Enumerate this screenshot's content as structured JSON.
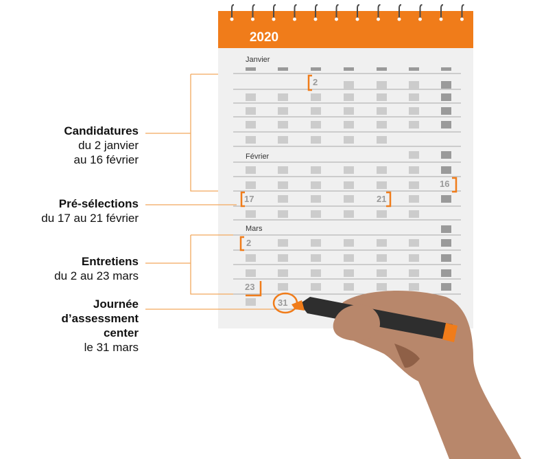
{
  "calendar": {
    "year": "2020",
    "months": [
      "Janvier",
      "Février",
      "Mars"
    ],
    "marked_days": {
      "jan_2": "2",
      "feb_16": "16",
      "feb_17": "17",
      "feb_21": "21",
      "mar_2": "2",
      "mar_23": "23",
      "mar_31": "31"
    }
  },
  "phases": [
    {
      "title": "Candidatures",
      "lines": [
        "du 2 janvier",
        "au 16 février"
      ]
    },
    {
      "title": "Pré-sélections",
      "lines": [
        "du 17 au 21 février"
      ]
    },
    {
      "title": "Entretiens",
      "lines": [
        "du 2 au 23 mars"
      ]
    },
    {
      "title": "Journée d’assessment center",
      "title_lines": [
        "Journée",
        "d’assessment",
        "center"
      ],
      "lines": [
        "le 31 mars"
      ]
    }
  ],
  "colors": {
    "accent": "#f07c1a",
    "page": "#f0f0f0",
    "cell": "#cccccc",
    "cell_dark": "#999999",
    "skin": "#b8876b",
    "marker_body": "#2e2e2e"
  }
}
